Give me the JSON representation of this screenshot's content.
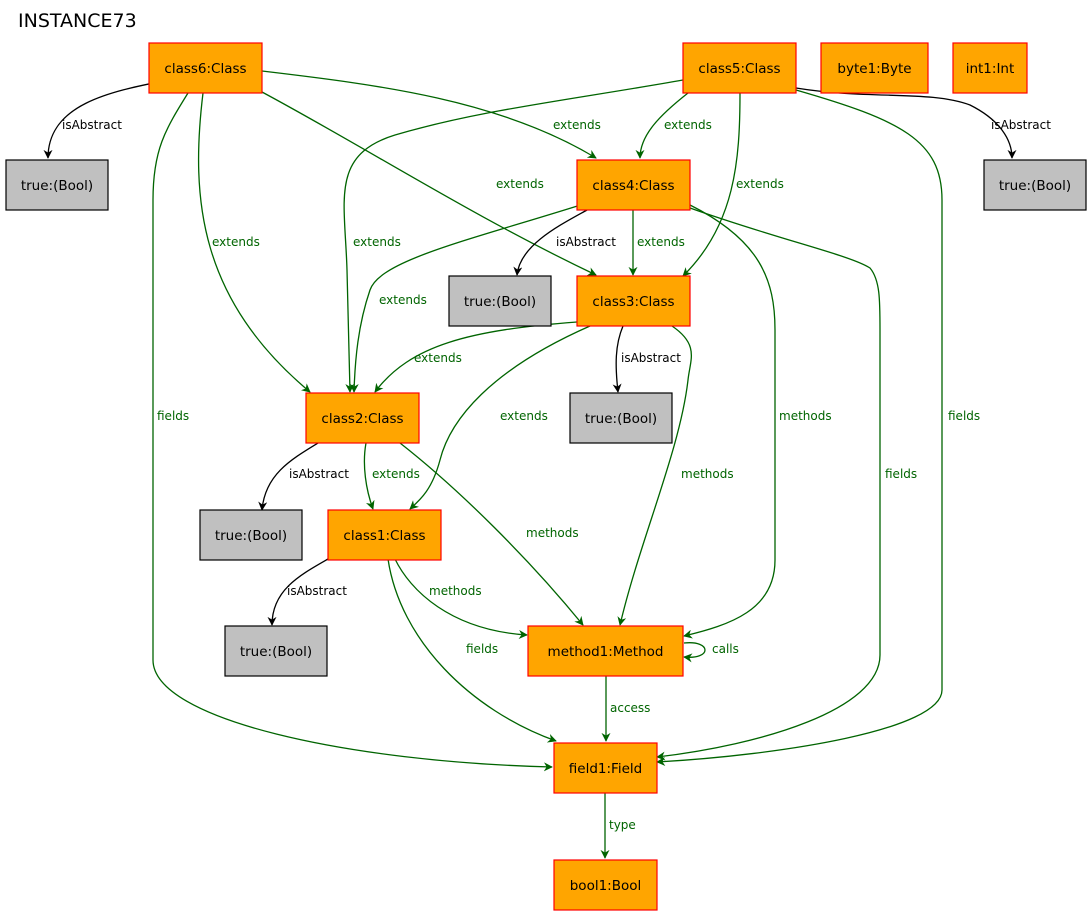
{
  "title": "INSTANCE73",
  "colors": {
    "class_fill": "#ffa500",
    "class_stroke": "#ff0000",
    "value_fill": "#c0c0c0",
    "value_stroke": "#000000",
    "green_edge": "#006400",
    "black_edge": "#000000"
  },
  "nodes": {
    "class6": "class6:Class",
    "class5": "class5:Class",
    "byte1": "byte1:Byte",
    "int1": "int1:Int",
    "class4": "class4:Class",
    "class3": "class3:Class",
    "class2": "class2:Class",
    "class1": "class1:Class",
    "method1": "method1:Method",
    "field1": "field1:Field",
    "bool1": "bool1:Bool",
    "t6": "true:(Bool)",
    "t5": "true:(Bool)",
    "t4": "true:(Bool)",
    "t3": "true:(Bool)",
    "t2": "true:(Bool)",
    "t1": "true:(Bool)"
  },
  "edge_labels": {
    "c6_abs": "isAbstract",
    "c6_ext4": "extends",
    "c6_ext3": "extends",
    "c6_ext2": "extends",
    "c6_fields": "fields",
    "c5_abs": "isAbstract",
    "c5_ext4": "extends",
    "c5_ext3": "extends",
    "c5_ext2": "extends",
    "c5_fields": "fields",
    "c4_abs": "isAbstract",
    "c4_ext3": "extends",
    "c4_ext2": "extends",
    "c4_methods": "methods",
    "c4_fields": "fields",
    "c3_abs": "isAbstract",
    "c3_ext2": "extends",
    "c3_ext1": "extends",
    "c3_methods": "methods",
    "c2_abs": "isAbstract",
    "c2_ext1": "extends",
    "c2_methods": "methods",
    "c1_abs": "isAbstract",
    "c1_methods": "methods",
    "c1_fields": "fields",
    "m1_calls": "calls",
    "m1_access": "access",
    "f1_type": "type"
  }
}
